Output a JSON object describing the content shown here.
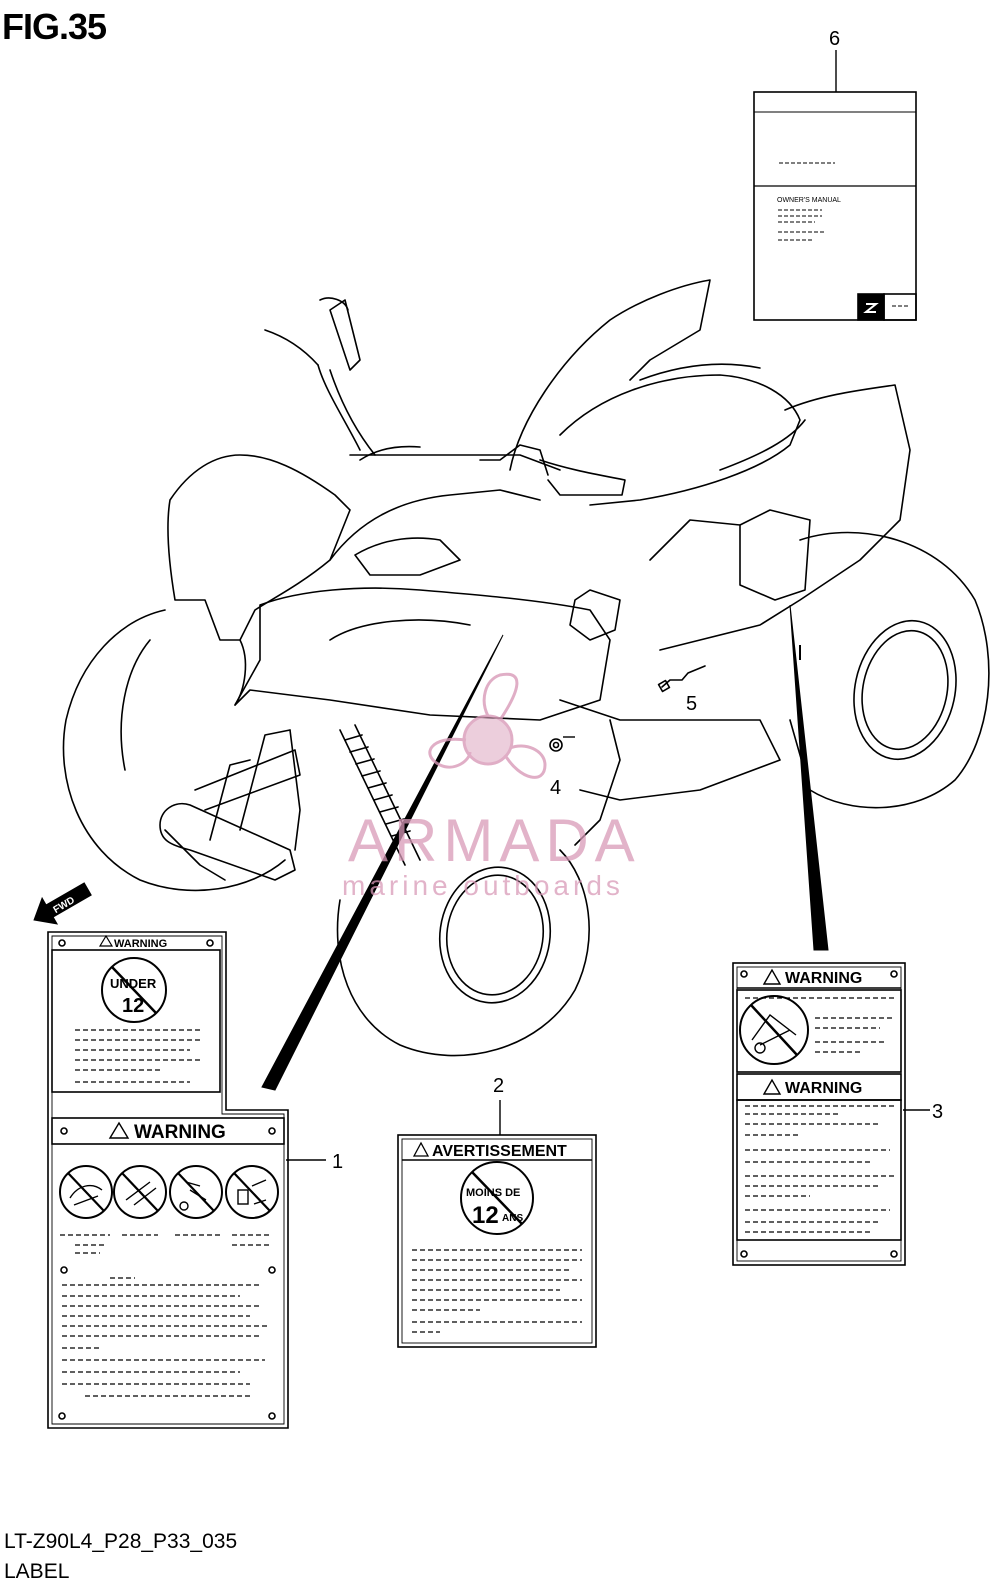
{
  "figure": {
    "title": "FIG.35",
    "drawing_code": "LT-Z90L4_P28_P33_035",
    "section_name": "LABEL"
  },
  "callouts": [
    "1",
    "2",
    "3",
    "4",
    "5",
    "6"
  ],
  "direction_arrow": {
    "label": "FWD",
    "icon": "fwd-arrow-icon"
  },
  "watermark": {
    "main": "ARMADA",
    "sub": "marine outboards",
    "color": "#d99ab8"
  },
  "labels": {
    "label_1": {
      "top_header": "WARNING",
      "badge_line1": "UNDER",
      "badge_line2": "12",
      "main_header": "WARNING",
      "icons": [
        "no-passenger-icon",
        "no-paved-road-icon",
        "no-alcohol-icon",
        "no-stunt-icon"
      ]
    },
    "label_2": {
      "header": "AVERTISSEMENT",
      "badge_line1": "MOINS DE",
      "badge_line2": "12",
      "badge_line3": "ANS"
    },
    "label_3": {
      "header_1": "WARNING",
      "header_2": "WARNING",
      "icon": "no-towing-icon"
    },
    "manual_6": {
      "line": "OWNER'S MANUAL",
      "brand_icon": "suzuki-logo-icon"
    }
  }
}
